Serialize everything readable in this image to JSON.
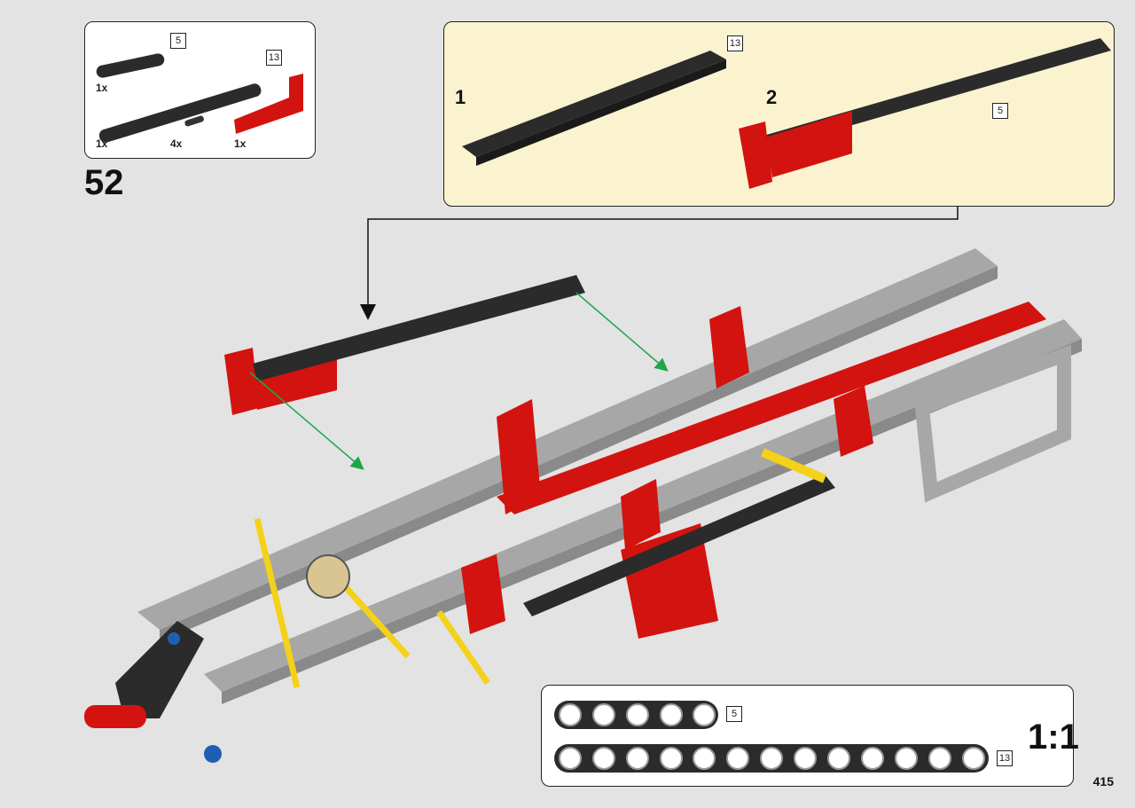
{
  "page": {
    "step_number": "52",
    "page_number": "415"
  },
  "parts_list": {
    "beam_short": {
      "length_label": "5",
      "quantity": "1x"
    },
    "beam_long": {
      "length_label": "13",
      "quantity": "1x"
    },
    "connector_pin": {
      "quantity": "4x"
    },
    "red_l_beam": {
      "quantity": "1x"
    }
  },
  "sub_assembly": {
    "step_1": {
      "label": "1",
      "callout": "13"
    },
    "step_2": {
      "label": "2",
      "callout": "5"
    }
  },
  "scale_reference": {
    "ratio": "1:1",
    "beam_short_label": "5",
    "beam_long_label": "13"
  },
  "colors": {
    "background": "#e3e3e3",
    "sub_assembly_bg": "#fbf3cf",
    "technic_red": "#d3130f",
    "technic_gray": "#a7a7a7",
    "technic_black": "#2b2b2b",
    "technic_yellow": "#f4d11a",
    "technic_blue": "#1f5fb3",
    "guide_arrow": "#1fa64a"
  }
}
